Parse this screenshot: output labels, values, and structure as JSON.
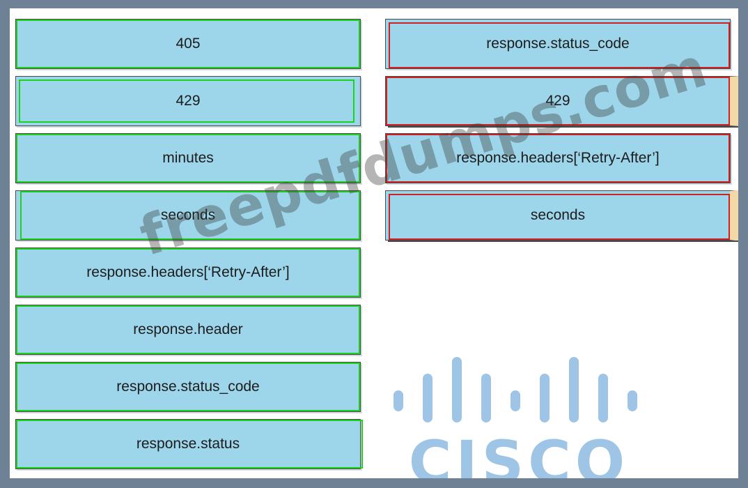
{
  "left_column": [
    {
      "label": "405",
      "highlight": "green"
    },
    {
      "label": "429",
      "highlight": "green"
    },
    {
      "label": "minutes",
      "highlight": "green"
    },
    {
      "label": "seconds",
      "highlight": "green"
    },
    {
      "label": "response.headers[‘Retry-After’]",
      "highlight": "green"
    },
    {
      "label": "response.header",
      "highlight": "green"
    },
    {
      "label": "response.status_code",
      "highlight": "green"
    },
    {
      "label": "response.status",
      "highlight": "green"
    }
  ],
  "right_column": [
    {
      "label": "response.status_code",
      "highlight": "red"
    },
    {
      "label": "429",
      "highlight": "red"
    },
    {
      "label": "response.headers[‘Retry-After’]",
      "highlight": "red"
    },
    {
      "label": "seconds",
      "highlight": "red"
    }
  ],
  "watermark": "freepdfdumps.com",
  "logo": {
    "wordmark": "CISCO",
    "color": "#9ec5e6"
  },
  "colors": {
    "tile_fill": "#9dd6ea",
    "highlight_green": "#1fd11f",
    "highlight_red": "#d02020",
    "outer_background": "#6f8194"
  }
}
